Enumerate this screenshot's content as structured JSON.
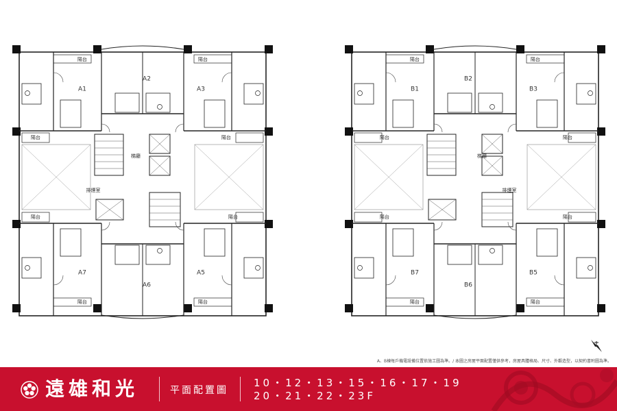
{
  "plan_a": {
    "units": [
      "A1",
      "A2",
      "A3",
      "A5",
      "A6",
      "A7"
    ],
    "balcony_label": "陽台",
    "lobby_label": "梯廳",
    "garbage_label": "排煙室"
  },
  "plan_b": {
    "units": [
      "B1",
      "B2",
      "B3",
      "B5",
      "B6",
      "B7"
    ],
    "balcony_label": "陽台",
    "lobby_label": "梯廳",
    "garbage_label": "排煙室"
  },
  "note": "A、B棟每戶機電設備位置依施工圖為準。/ 本圖之房屋平面配置僅供參考，房屋具體格局、尺寸、外觀造型，以契約書附圖為準。",
  "footer": {
    "brand": "遠雄和光",
    "subtitle": "平面配置圖",
    "floors_line1": "10・12・13・15・16・17・19",
    "floors_line2": "20・21・22・23F"
  },
  "colors": {
    "footer_bg": "#c8102e",
    "line": "#222222"
  },
  "icons": [
    "north-arrow-icon",
    "brand-logo-icon"
  ]
}
